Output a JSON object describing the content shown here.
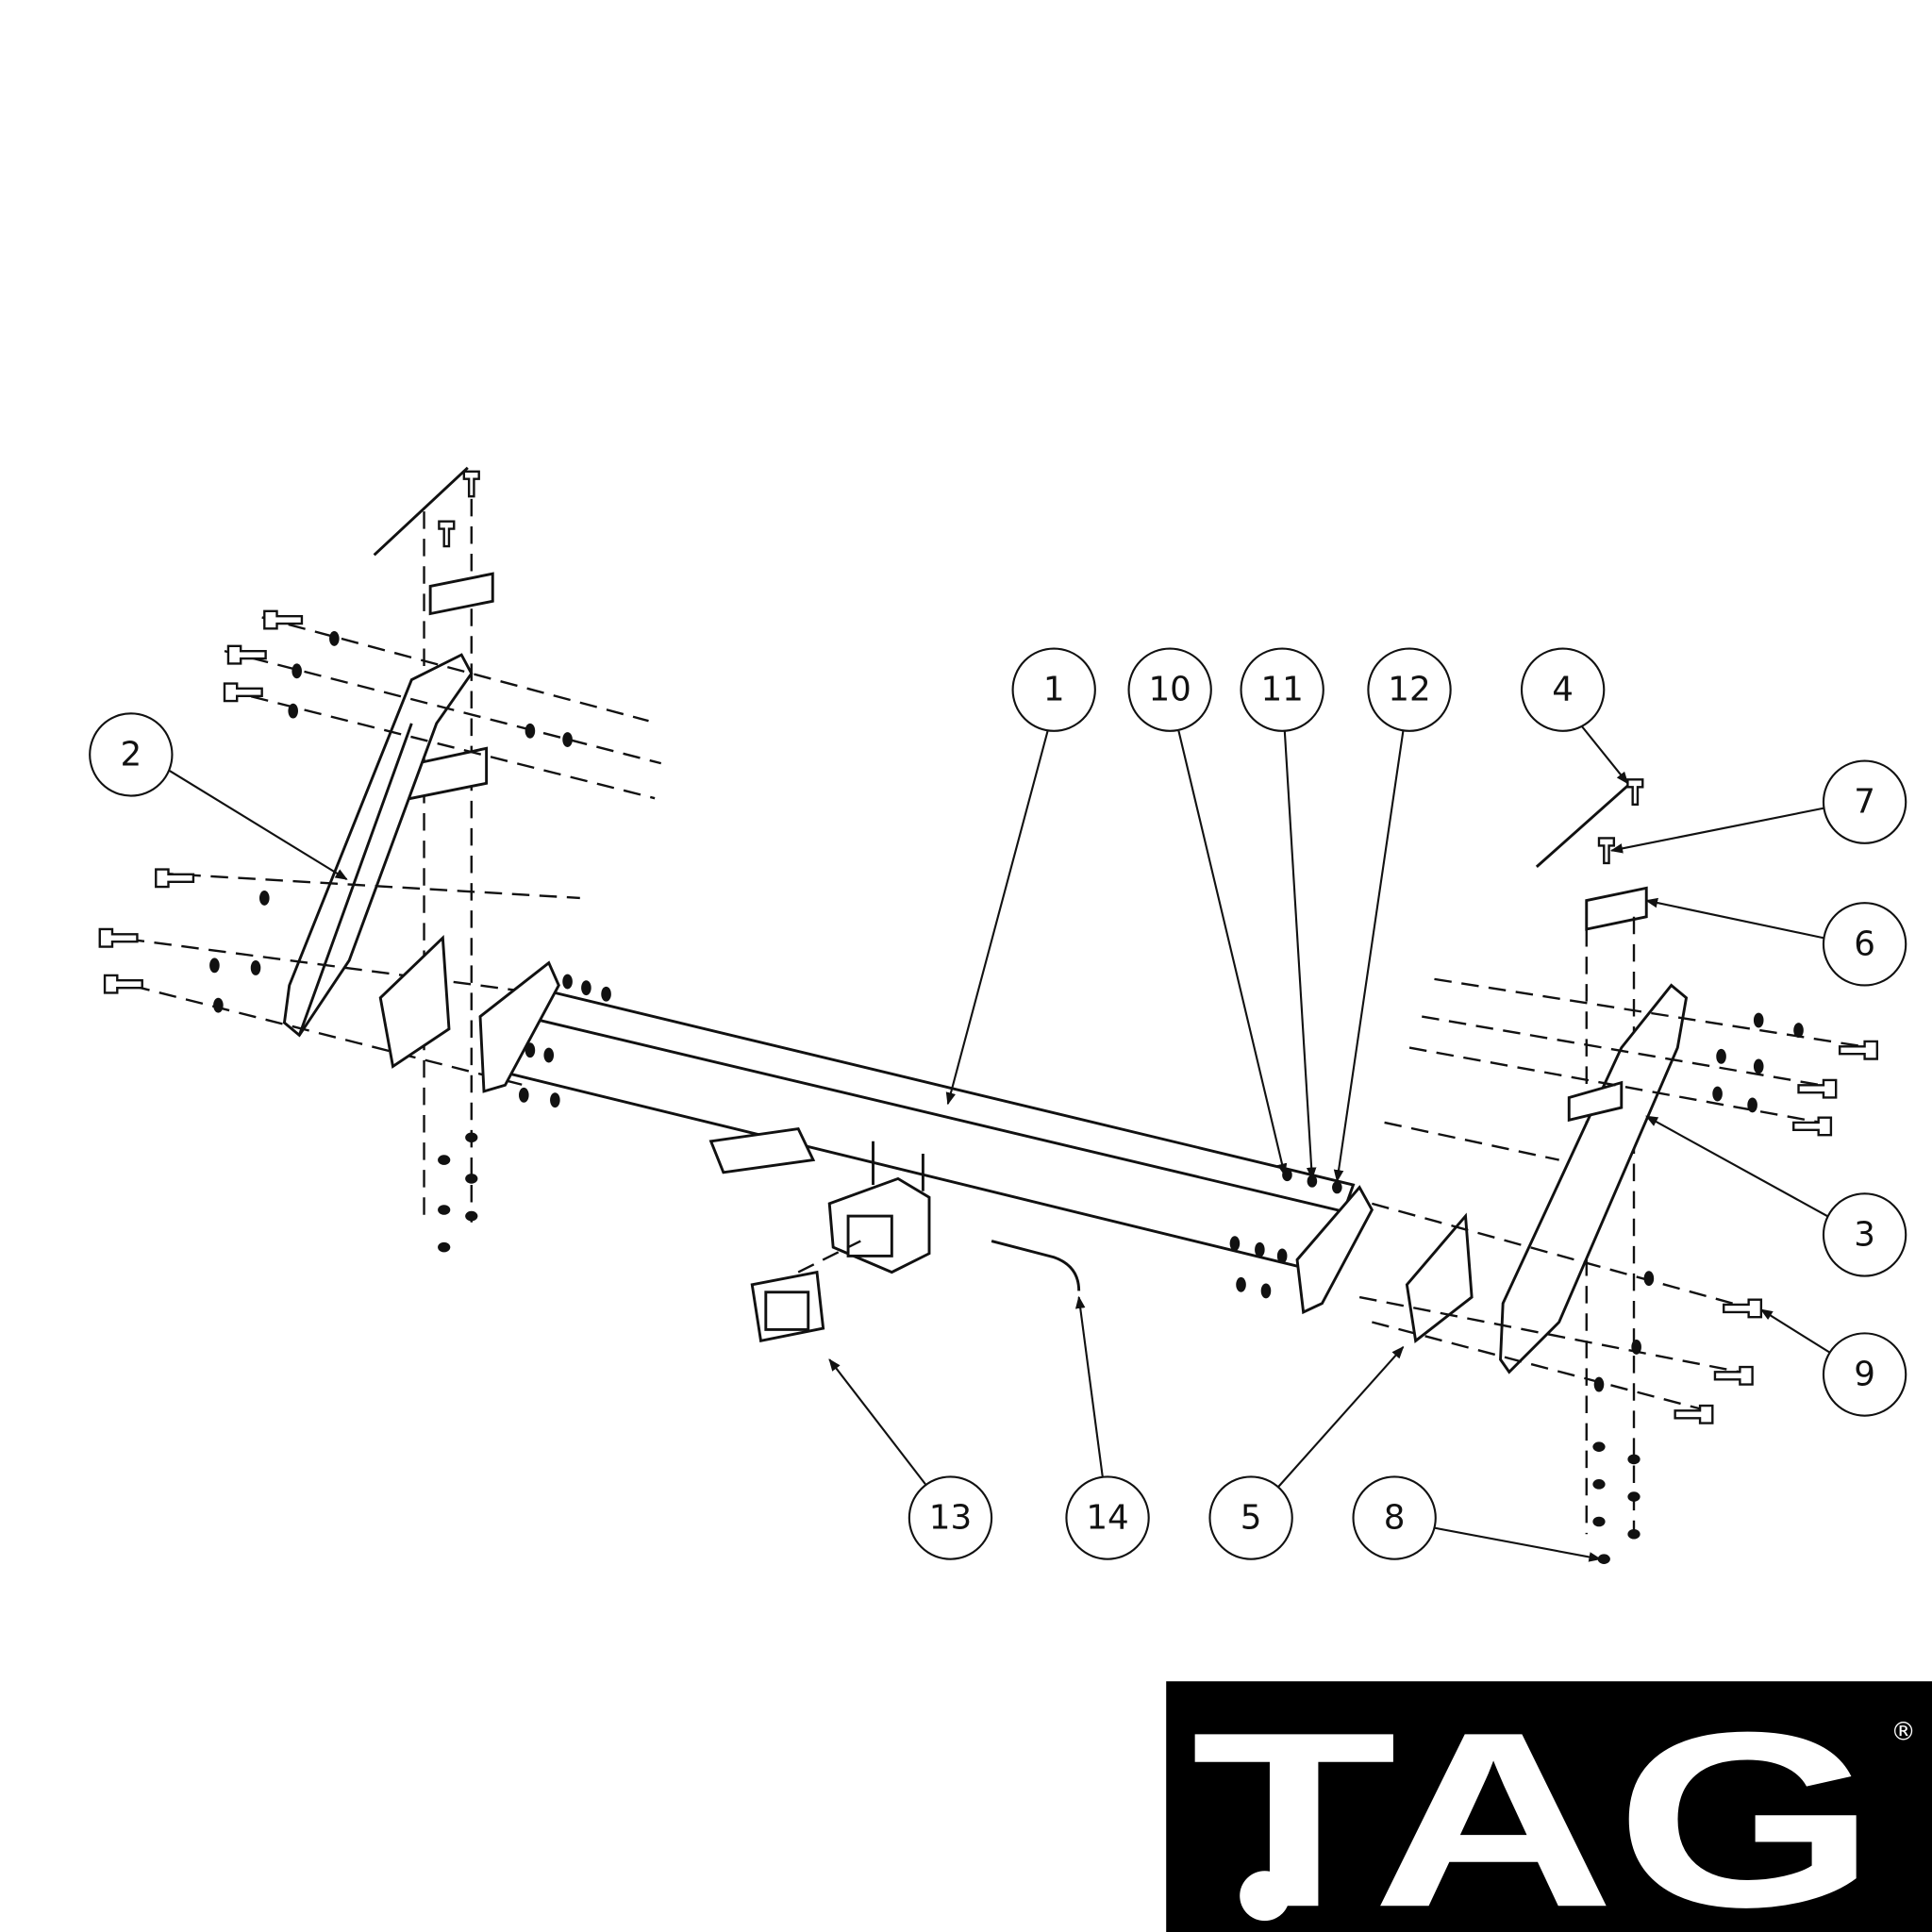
{
  "diagram": {
    "title": "Tow bar exploded assembly",
    "callouts": [
      "1",
      "10",
      "11",
      "12",
      "4",
      "7",
      "6",
      "2",
      "3",
      "9",
      "13",
      "14",
      "5",
      "8"
    ]
  },
  "logo": {
    "text": "TAG",
    "registered": "®"
  },
  "colors": {
    "ink": "#111111",
    "background": "#ffffff",
    "logo_bg": "#000000"
  }
}
